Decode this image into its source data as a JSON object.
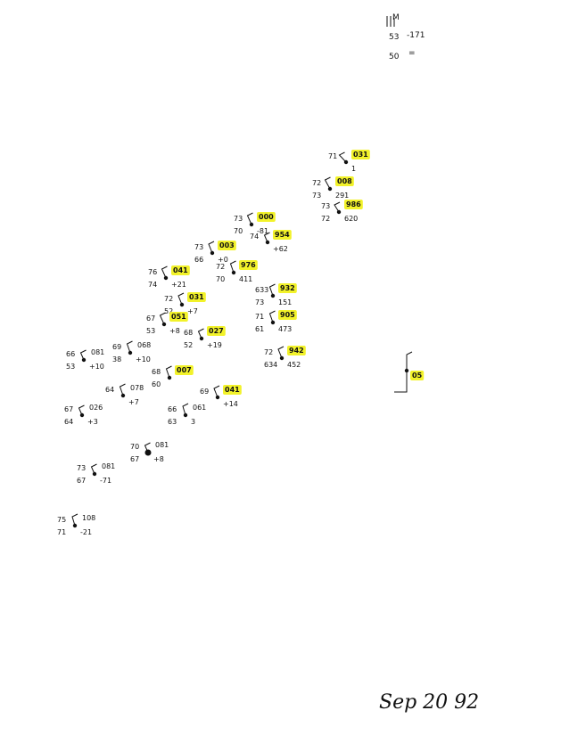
{
  "map": {
    "legend_lines": [
      "M",
      "53",
      "-171",
      "50",
      "="
    ],
    "date": "Sep 20 92",
    "colors": {
      "ink": "#111111",
      "highlight": "#f2f22a"
    },
    "stations": [
      {
        "tl": "71",
        "tr": "031",
        "bl": "",
        "br": "1",
        "hl": "031"
      },
      {
        "tl": "72",
        "tr": "008",
        "bl": "73",
        "br": "291",
        "hl": "008"
      },
      {
        "tl": "73",
        "tr": "986",
        "bl": "72",
        "br": "620",
        "hl": "986"
      },
      {
        "tl": "73",
        "tr": "000",
        "bl": "70",
        "br": "-81",
        "hl": "000"
      },
      {
        "tl": "74",
        "tr": "954",
        "bl": "",
        "br": "+62",
        "hl": "954"
      },
      {
        "tl": "73",
        "tr": "003",
        "bl": "66",
        "br": "+0",
        "hl": "003"
      },
      {
        "tl": "76",
        "tr": "041",
        "bl": "74",
        "br": "+21",
        "hl": "041"
      },
      {
        "tl": "72",
        "tr": "976",
        "bl": "70",
        "br": "411",
        "hl": "976"
      },
      {
        "tl": "633",
        "tr": "932",
        "bl": "73",
        "br": "151",
        "hl": "932"
      },
      {
        "tl": "72",
        "tr": "031",
        "bl": "52",
        "br": "+7",
        "hl": "031"
      },
      {
        "tl": "67",
        "tr": "051",
        "bl": "53",
        "br": "+8",
        "hl": "051"
      },
      {
        "tl": "71",
        "tr": "905",
        "bl": "61",
        "br": "473",
        "hl": "905"
      },
      {
        "tl": "68",
        "tr": "027",
        "bl": "52",
        "br": "+19",
        "hl": "027"
      },
      {
        "tl": "69",
        "tr": "068",
        "bl": "38",
        "br": "+10",
        "hl": ""
      },
      {
        "tl": "66",
        "tr": "081",
        "bl": "53",
        "br": "+10",
        "hl": ""
      },
      {
        "tl": "72",
        "tr": "942",
        "bl": "634",
        "br": "452",
        "hl": "942"
      },
      {
        "tl": "68",
        "tr": "007",
        "bl": "60",
        "br": "",
        "hl": "007"
      },
      {
        "tl": "64",
        "tr": "078",
        "bl": "",
        "br": "+7",
        "hl": ""
      },
      {
        "tl": "69",
        "tr": "041",
        "bl": "",
        "br": "+14",
        "hl": "041"
      },
      {
        "tl": "67",
        "tr": "026",
        "bl": "64",
        "br": "+3",
        "hl": ""
      },
      {
        "tl": "66",
        "tr": "061",
        "bl": "63",
        "br": "3",
        "hl": ""
      },
      {
        "tl": "70",
        "tr": "081",
        "bl": "67",
        "br": "+8",
        "hl": ""
      },
      {
        "tl": "73",
        "tr": "081",
        "bl": "67",
        "br": "-71",
        "hl": ""
      },
      {
        "tl": "75",
        "tr": "108",
        "bl": "71",
        "br": "-21",
        "hl": ""
      },
      {
        "tl": "",
        "tr": "05",
        "bl": "",
        "br": "",
        "hl": "05"
      }
    ]
  }
}
